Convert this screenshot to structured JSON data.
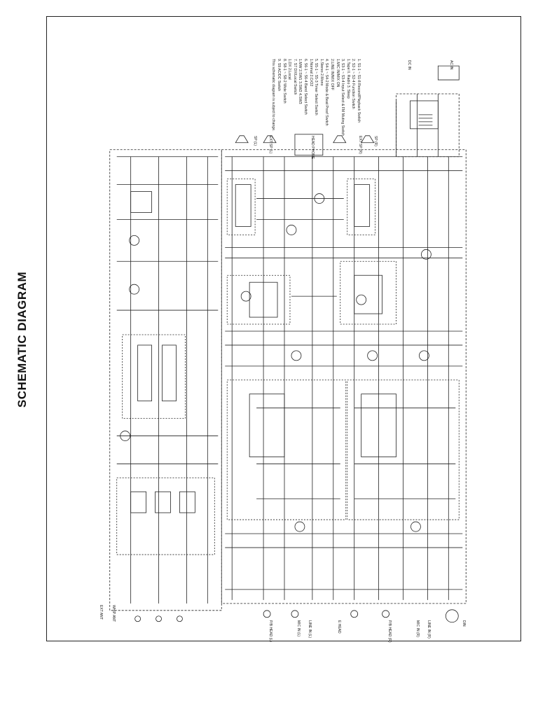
{
  "page": {
    "title": "SCHEMATIC DIAGRAM"
  },
  "notes": [
    "1. S1-1 ~ S1-8 Record/Playback Switch",
    "2. S2-1 ~ S2-4 Function Switch",
    "   1.Tape  II. Radio  3. Sleep",
    "3. S3-1 ~ S3-4 Input Select & FM Muting Switch",
    "   1.MIC IN/MIX ON",
    "   2.LINE IN/MIX OFF",
    "4. S4-1 ~ S4-2 Mode & Beat Proof Switch",
    "   1.Stereo  2.Mono",
    "5. S5-1 ~ S5-3 Timer Select Switch",
    "   1.Normal  2.CrO2",
    "6. S6-1 ~ S6-4 Band Select Switch",
    "   1.MW  2.SW1  3.SW2  4.SW3",
    "7. S7   DX/Local Switch",
    "   1.DX  2.Local",
    "8. S8-1 ~ S8-2 Wide Switch",
    "9. S9   AC/DC Switch",
    "This schematic diagram is subject to change."
  ],
  "connectors": {
    "head_phone": "HEAD PHONE",
    "sp_l": "SP (L)",
    "sp_r": "SP (R)",
    "ext_sp_l": "EXT SP (L)",
    "ext_sp_r": "EXT SP (R)",
    "ext_ant": "EXT ANT",
    "whip_ant": "WHIP ANT",
    "ac_in": "AC IN",
    "dc_in": "DC IN",
    "line_in_l": "LINE IN (L)",
    "line_in_r": "LINE IN (R)",
    "mic_in_l": "MIC IN (L)",
    "mic_in_r": "MIC IN (R)",
    "din": "DIN",
    "pb_head_l": "P/B HEAD (L)",
    "pb_head_r": "P/B HEAD (R)",
    "erase_head": "E HEAD"
  }
}
